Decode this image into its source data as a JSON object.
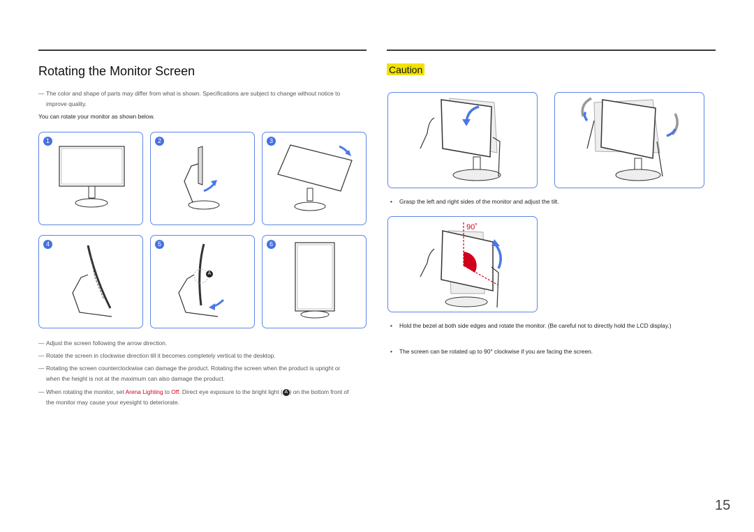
{
  "left": {
    "title": "Rotating the Monitor Screen",
    "intro_note": "The color and shape of parts may differ from what is shown. Specifications are subject to change without notice to improve quality.",
    "body_text": "You can rotate your monitor as shown below.",
    "panels": [
      {
        "number": "1"
      },
      {
        "number": "2"
      },
      {
        "number": "3"
      },
      {
        "number": "4"
      },
      {
        "number": "5"
      },
      {
        "number": "6"
      }
    ],
    "callout_label": "A",
    "notes": [
      "Adjust the screen following the arrow direction.",
      "Rotate the screen in clockwise direction till it becomes completely vertical to the desktop.",
      "Rotating the screen counterclockwise can damage the product. Rotating the screen when the product is upright or when the height is not at the maximum can also damage the product."
    ],
    "last_note": {
      "prefix": "When rotating the monitor, set ",
      "highlight1": "Arena Lighting",
      "mid": " to ",
      "highlight2": "Off",
      "suffix_before_icon": ". Direct eye exposure to the bright light (",
      "icon_label": "A",
      "suffix_after_icon": ") on the bottom front of the monitor may cause your eyesight to deteriorate."
    }
  },
  "right": {
    "caution_label": "Caution",
    "angle_label": "90˚",
    "bullets": [
      "Grasp the left and right sides of the monitor and adjust the tilt.",
      "Hold the bezel at both side edges and rotate the monitor. (Be careful not to directly hold the LCD display.)",
      "The screen can be rotated up to 90° clockwise if you are facing the screen."
    ]
  },
  "page_number": "15",
  "colors": {
    "accent_blue": "#4571e0",
    "panel_border": "#5c86e8",
    "caution_yellow": "#f2e200",
    "warning_red": "#d0021b"
  }
}
